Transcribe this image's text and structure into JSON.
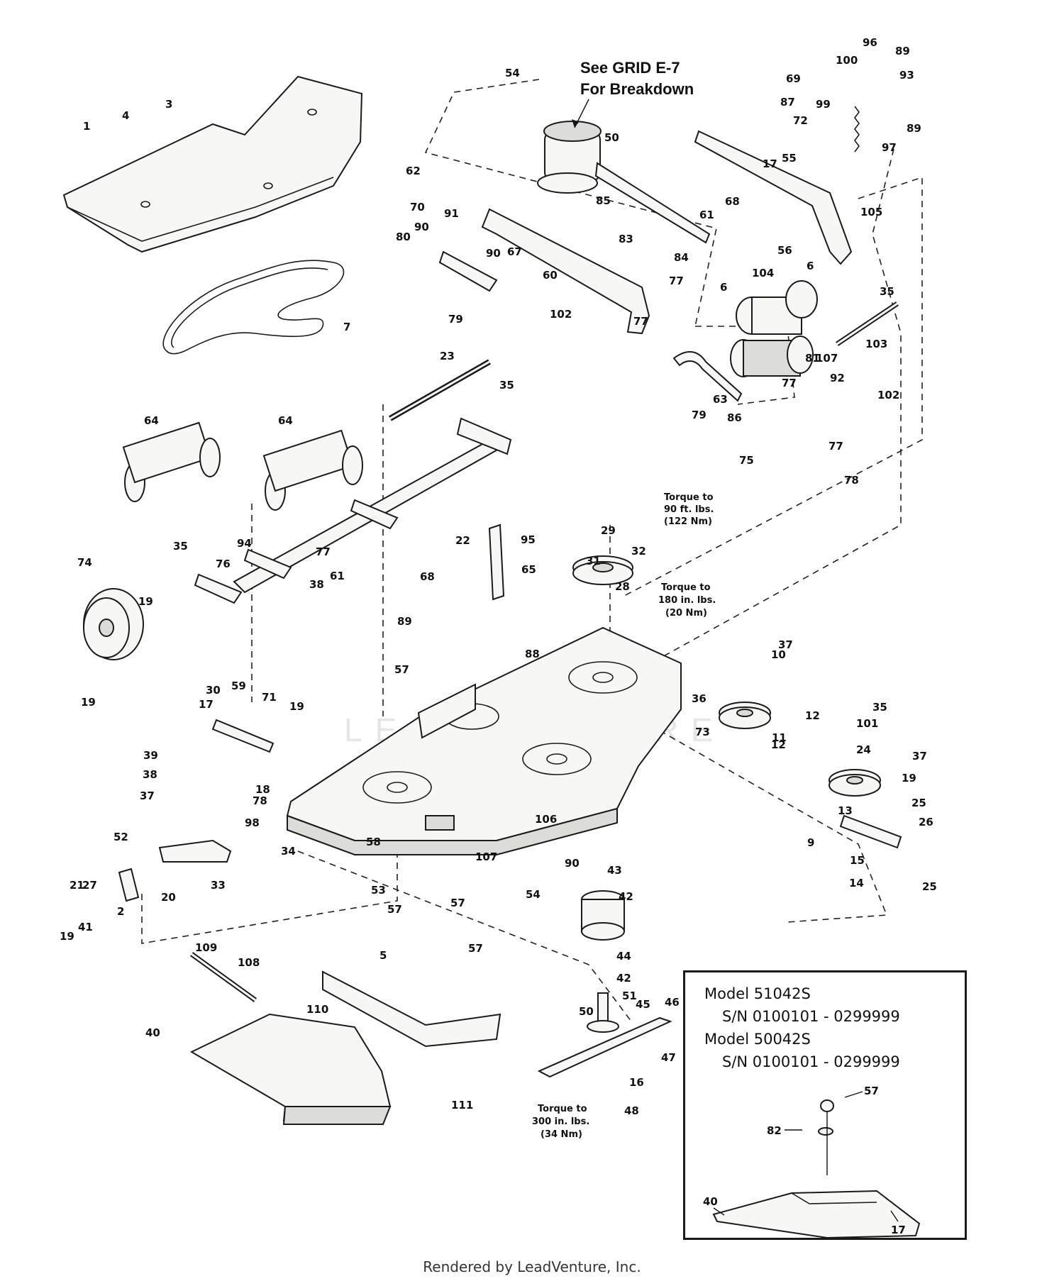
{
  "callout": {
    "line1": "See GRID E-7",
    "line2": "For Breakdown"
  },
  "torque_notes": {
    "spindle_nut": [
      "Torque to",
      "90 ft. lbs.",
      "(122 Nm)"
    ],
    "pulley_bolt": [
      "Torque to",
      "180 in. lbs.",
      "(20 Nm)"
    ],
    "blade_bolt": [
      "Torque to",
      "300 in. lbs.",
      "(34 Nm)"
    ]
  },
  "watermark": "LEADVENTURE",
  "model_box": {
    "lines": [
      "Model 51042S",
      "S/N 0100101 - 0299999",
      "Model 50042S",
      "S/N 0100101 - 0299999"
    ],
    "part_labels": [
      "57",
      "82",
      "40",
      "17"
    ]
  },
  "part_labels": [
    "1",
    "4",
    "3",
    "7",
    "54",
    "50",
    "62",
    "70",
    "91",
    "80",
    "90",
    "90",
    "67",
    "60",
    "102",
    "83",
    "84",
    "85",
    "61",
    "68",
    "69",
    "87",
    "72",
    "100",
    "96",
    "89",
    "93",
    "99",
    "89",
    "97",
    "17",
    "55",
    "56",
    "105",
    "6",
    "104",
    "6",
    "35",
    "103",
    "107",
    "77",
    "77",
    "79",
    "23",
    "35",
    "79",
    "63",
    "86",
    "77",
    "81",
    "92",
    "102",
    "75",
    "77",
    "78",
    "64",
    "64",
    "74",
    "19",
    "35",
    "76",
    "94",
    "77",
    "38",
    "61",
    "19",
    "30",
    "22",
    "68",
    "95",
    "65",
    "29",
    "31",
    "32",
    "28",
    "89",
    "57",
    "88",
    "10",
    "37",
    "36",
    "12",
    "73",
    "11",
    "17",
    "59",
    "71",
    "19",
    "18",
    "39",
    "38",
    "37",
    "78",
    "52",
    "35",
    "98",
    "34",
    "33",
    "20",
    "21",
    "27",
    "2",
    "19",
    "41",
    "58",
    "107",
    "106",
    "101",
    "24",
    "37",
    "12",
    "19",
    "25",
    "26",
    "13",
    "9",
    "15",
    "14",
    "25",
    "53",
    "57",
    "57",
    "90",
    "54",
    "42",
    "43",
    "44",
    "42",
    "51",
    "5",
    "57",
    "50",
    "45",
    "46",
    "47",
    "16",
    "48",
    "109",
    "108",
    "110",
    "111",
    "40"
  ],
  "footer": "Rendered by LeadVenture, Inc."
}
